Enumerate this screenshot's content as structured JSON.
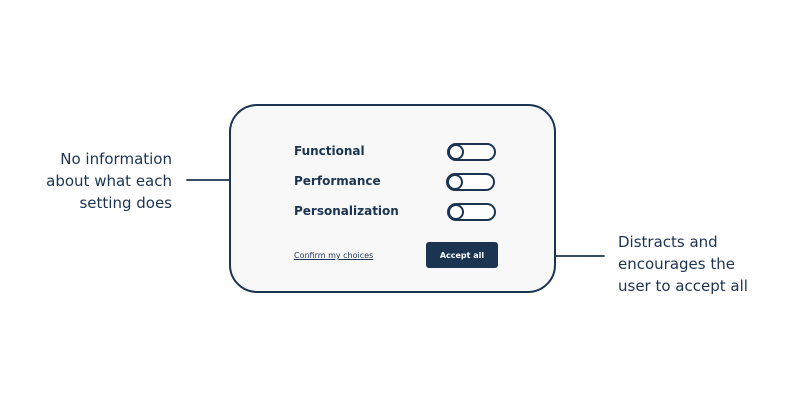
{
  "annotations": {
    "left": {
      "lines": [
        "No information",
        "about what each",
        "setting does"
      ]
    },
    "right": {
      "lines": [
        "Distracts and",
        "encourages the",
        "user to accept all"
      ]
    }
  },
  "dialog": {
    "settings": [
      {
        "label": "Functional",
        "enabled": false
      },
      {
        "label": "Performance",
        "enabled": false
      },
      {
        "label": "Personalization",
        "enabled": false
      }
    ],
    "confirm_label": "Confirm my choices",
    "accept_label": "Accept all"
  },
  "colors": {
    "primary": "#1b3452",
    "dialog_background": "#f8f8f8"
  }
}
